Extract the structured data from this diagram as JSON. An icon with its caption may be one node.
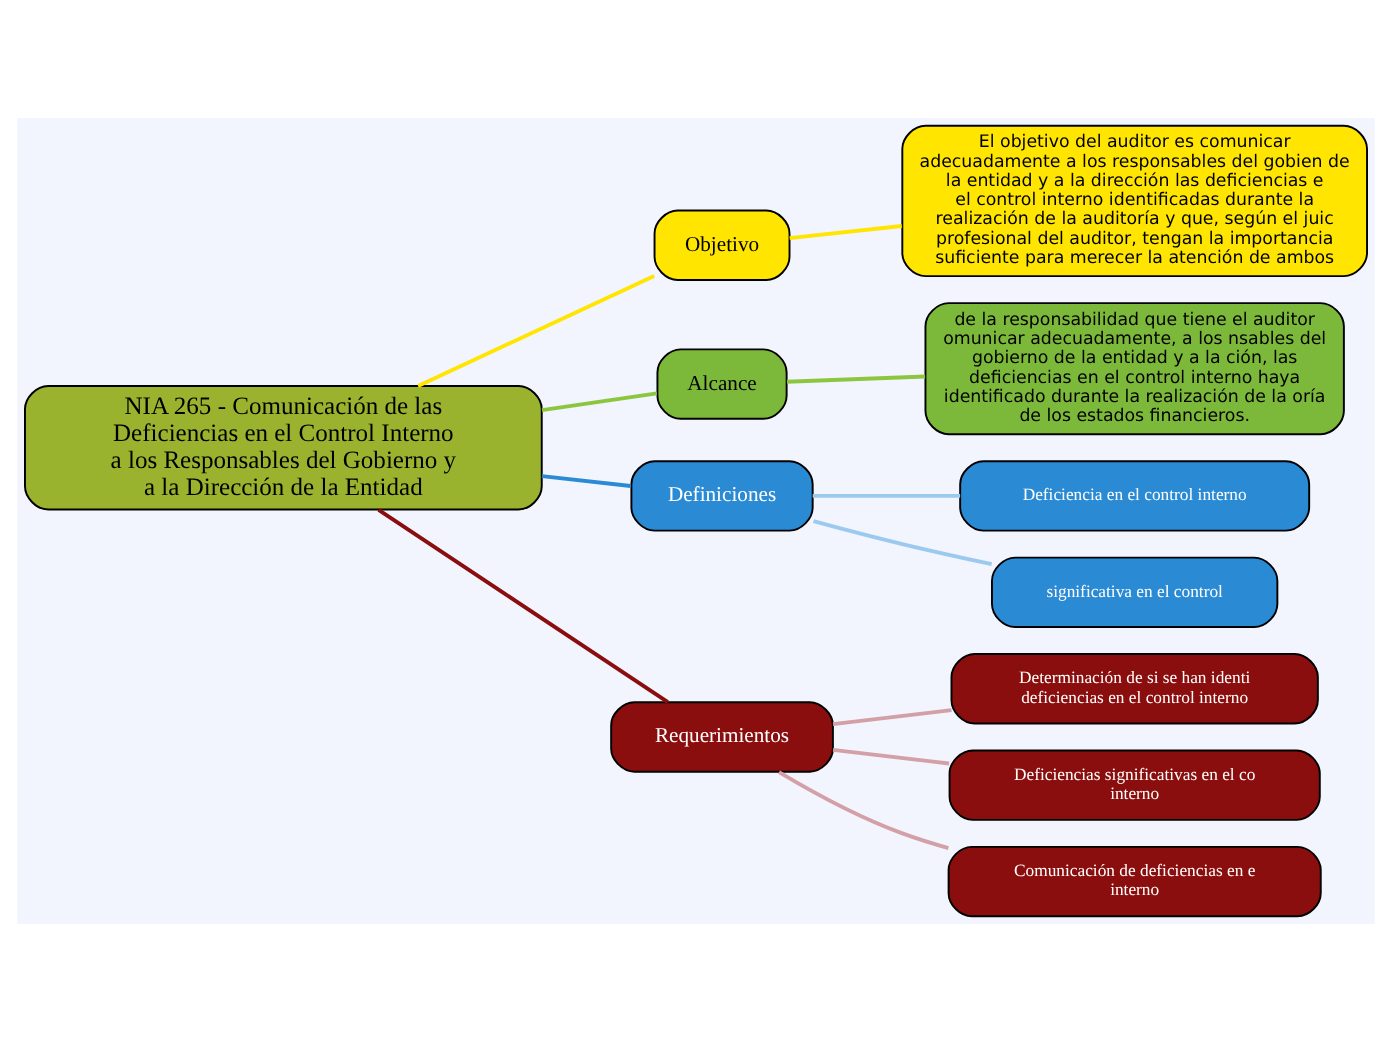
{
  "diagram": {
    "nodes": [
      {
        "text": [
          "NIA 265 - Comunicación de las Deficiencias en el Control Interno a los Responsables del Gobierno y a la Dirección de la Entidad"
        ]
      },
      {
        "text": [
          "Objetivo"
        ]
      },
      {
        "text": [
          "El objetivo del auditor es comunicar adecuadamente a los responsables del gobien de la entidad y a la dirección las deficiencias e el control interno identificadas durante la realización de la auditoría y que, según el juic profesional del auditor, tengan la importancia suficiente para merecer la atención de ambos"
        ]
      },
      {
        "text": [
          "Alcance"
        ]
      },
      {
        "text": [
          "de la responsabilidad que tiene el auditor omunicar adecuadamente, a los nsables del gobierno de la entidad y a la ción, las deficiencias en el control interno haya identificado durante la realización de la oría de los estados financieros."
        ]
      },
      {
        "text": [
          "Definiciones"
        ]
      },
      {
        "text": [
          "Deficiencia en el control interno"
        ]
      },
      {
        "text": [
          "significativa en el control"
        ]
      },
      {
        "text": [
          "Requerimientos"
        ]
      },
      {
        "text": [
          "Determinación de si se han identi deficiencias en el control interno"
        ]
      },
      {
        "text": [
          "Deficiencias significativas en el co interno"
        ]
      },
      {
        "text": [
          "Comunicación de deficiencias en e interno"
        ]
      }
    ],
    "edges": [
      {
        "from": 0,
        "to": 1,
        "arrow": "none",
        "color": "#ffe500"
      },
      {
        "from": 1,
        "to": 2,
        "arrow": "none",
        "color": "#ffe500"
      },
      {
        "from": 0,
        "to": 3,
        "arrow": "none",
        "color": "#8cc63f"
      },
      {
        "from": 3,
        "to": 4,
        "arrow": "none",
        "color": "#8cc63f"
      },
      {
        "from": 0,
        "to": 5,
        "arrow": "none",
        "color": "#2a8ad4"
      },
      {
        "from": 5,
        "to": 6,
        "arrow": "none",
        "color": "#9cc9ee"
      },
      {
        "from": 5,
        "to": 7,
        "arrow": "none",
        "color": "#9cc9ee"
      },
      {
        "from": 0,
        "to": 8,
        "arrow": "none",
        "color": "#8b0e0e"
      },
      {
        "from": 8,
        "to": 9,
        "arrow": "none",
        "color": "#d4a0a8"
      },
      {
        "from": 8,
        "to": 10,
        "arrow": "none",
        "color": "#d4a0a8"
      },
      {
        "from": 8,
        "to": 11,
        "arrow": "none",
        "color": "#d4a0a8"
      }
    ]
  }
}
